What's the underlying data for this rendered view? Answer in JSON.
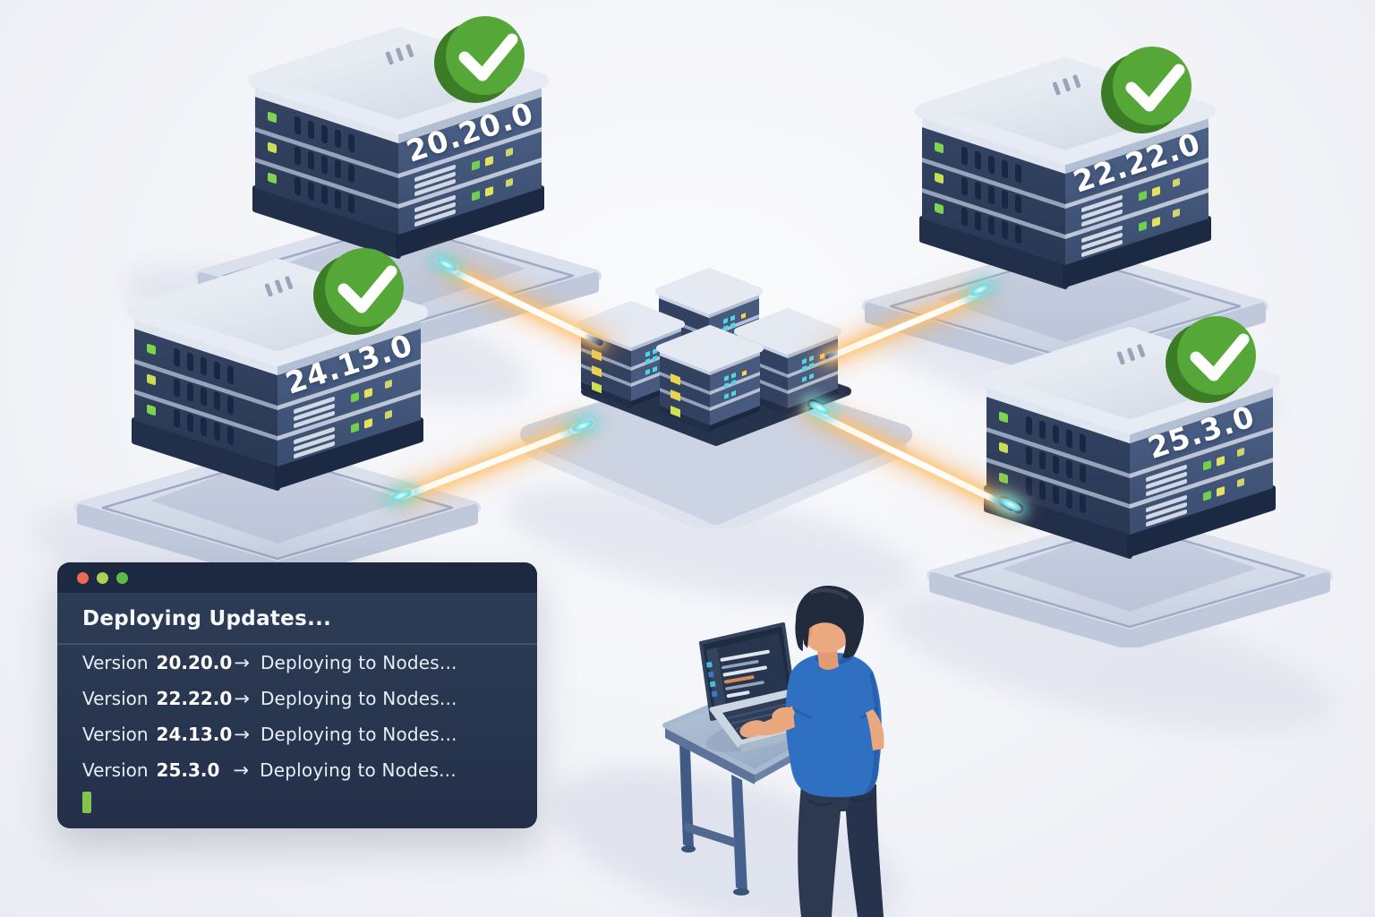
{
  "scene": {
    "background": "#f3f4f8",
    "illustration": "isometric server nodes receiving version updates from a central cluster"
  },
  "servers": [
    {
      "name": "top-left",
      "version": "20.20.0",
      "badge_icon": "check-icon"
    },
    {
      "name": "top-right",
      "version": "22.22.0",
      "badge_icon": "check-icon"
    },
    {
      "name": "mid-left",
      "version": "24.13.0",
      "badge_icon": "check-icon"
    },
    {
      "name": "bottom-right",
      "version": "25.3.0",
      "badge_icon": "check-icon"
    }
  ],
  "terminal": {
    "title": "Deploying Updates...",
    "window_controls": [
      "close",
      "minimize",
      "zoom"
    ],
    "control_colors": [
      "#ed6a55",
      "#aed154",
      "#5fba47"
    ],
    "lines": [
      {
        "label": "Version",
        "version": "20.20.0",
        "arrow": "→",
        "status": "Deploying to Nodes..."
      },
      {
        "label": "Version",
        "version": "22.22.0",
        "arrow": "→",
        "status": "Deploying to Nodes..."
      },
      {
        "label": "Version",
        "version": "24.13.0",
        "arrow": "→",
        "status": "Deploying to Nodes..."
      },
      {
        "label": "Version",
        "version": "25.3.0",
        "arrow": "→",
        "status": "Deploying to Nodes..."
      }
    ],
    "cursor_color": "#85c24c"
  },
  "colors": {
    "server_face_dark": "#2f3e5b",
    "server_face_light": "#46597c",
    "badge_green": "#55a738",
    "glow_orange": "#ffb057",
    "glow_cyan": "#5fe0ea",
    "platform": "#d6dcea",
    "terminal_bg": "#293650",
    "terminal_header": "#1d2940",
    "shirt_blue": "#2f70c3"
  }
}
